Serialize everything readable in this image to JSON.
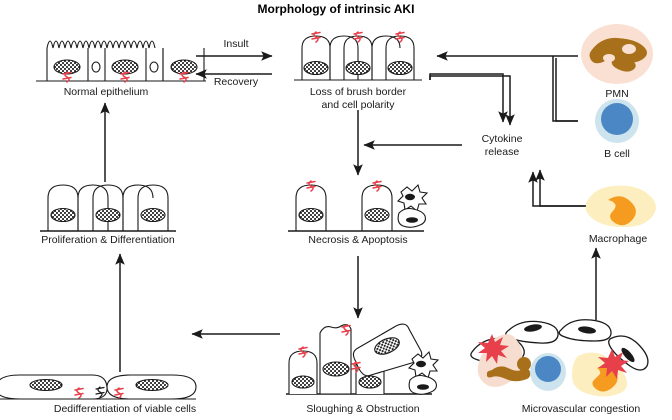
{
  "figure": {
    "title": "Morphology of intrinsic AKI",
    "domain": "biomedical-diagram"
  },
  "labels": {
    "normal_epithelium": "Normal epithelium",
    "loss_brush_border_line1": "Loss of brush border",
    "loss_brush_border_line2": "and cell polarity",
    "proliferation": "Proliferation & Differentiation",
    "necrosis": "Necrosis & Apoptosis",
    "dedifferentiation": "Dedifferentiation of viable cells",
    "sloughing": "Sloughing & Obstruction",
    "microvascular": "Microvascular congestion",
    "cytokine_line1": "Cytokine",
    "cytokine_line2": "release",
    "pmn": "PMN",
    "b_cell": "B cell",
    "macrophage": "Macrophage"
  },
  "arrows": {
    "insult": "Insult",
    "recovery": "Recovery"
  },
  "colors": {
    "stroke": "#1a1a1a",
    "brush_border_marker": "#e8404a",
    "pmn_body": "#fae0d2",
    "pmn_nucleus": "#a8701a",
    "bcell_body": "#cde4ef",
    "bcell_nucleus": "#4a87c4",
    "macrophage_body": "#fdeec0",
    "macrophage_nucleus": "#f59c20",
    "platelet": "#e8404a",
    "nucleus_fill": "#ffffff",
    "background": "#ffffff"
  },
  "nodes": [
    {
      "id": "normal-epithelium",
      "label": "Normal epithelium",
      "cells": 3,
      "brush_border": true,
      "apical_markers": false,
      "basal_markers": true
    },
    {
      "id": "loss-brush-border",
      "label": "Loss of brush border and cell polarity",
      "cells": 3,
      "brush_border": false,
      "apical_markers": true,
      "basal_markers": false
    },
    {
      "id": "proliferation-differentiation",
      "label": "Proliferation & Differentiation",
      "cells": 3,
      "brush_border": false,
      "apical_markers": false,
      "basal_markers": false
    },
    {
      "id": "necrosis-apoptosis",
      "label": "Necrosis & Apoptosis",
      "cells": 2,
      "apical_markers": true,
      "detached_cells": 2
    },
    {
      "id": "sloughing-obstruction",
      "label": "Sloughing & Obstruction",
      "cells": 3,
      "apical_markers": true,
      "detached_cells": 3
    },
    {
      "id": "dedifferentiation",
      "label": "Dedifferentiation of viable cells",
      "cells": 2,
      "flattened": true,
      "basal_markers": true
    },
    {
      "id": "microvascular-congestion",
      "label": "Microvascular congestion",
      "endothelial_cells": 5,
      "platelets": 2,
      "immune_cells": 3
    },
    {
      "id": "cytokine-release",
      "label": "Cytokine release"
    },
    {
      "id": "pmn",
      "label": "PMN"
    },
    {
      "id": "b-cell",
      "label": "B cell"
    },
    {
      "id": "macrophage",
      "label": "Macrophage"
    }
  ],
  "edges": [
    {
      "from": "normal-epithelium",
      "to": "loss-brush-border",
      "label": "Insult"
    },
    {
      "from": "loss-brush-border",
      "to": "normal-epithelium",
      "label": "Recovery"
    },
    {
      "from": "loss-brush-border",
      "to": "necrosis-apoptosis",
      "label": ""
    },
    {
      "from": "necrosis-apoptosis",
      "to": "sloughing-obstruction",
      "label": ""
    },
    {
      "from": "sloughing-obstruction",
      "to": "dedifferentiation",
      "label": ""
    },
    {
      "from": "dedifferentiation",
      "to": "proliferation-differentiation",
      "label": ""
    },
    {
      "from": "proliferation-differentiation",
      "to": "normal-epithelium",
      "label": ""
    },
    {
      "from": "cytokine-release",
      "to": "loss-brush-border",
      "label": ""
    },
    {
      "from": "pmn",
      "to": "loss-brush-border",
      "label": ""
    },
    {
      "from": "b-cell",
      "to": "cytokine-release",
      "label": ""
    },
    {
      "from": "macrophage",
      "to": "cytokine-release",
      "label": ""
    },
    {
      "from": "microvascular-congestion",
      "to": "macrophage",
      "label": ""
    }
  ]
}
